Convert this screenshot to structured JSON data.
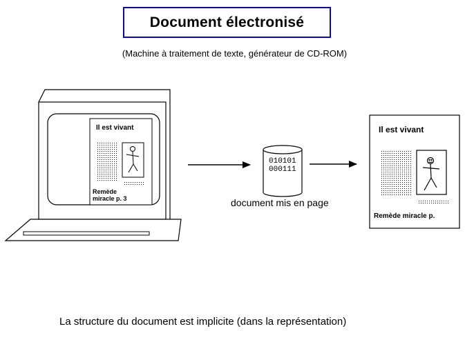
{
  "header": {
    "title": "Document électronisé",
    "subtitle": "(Machine à traitement de texte, générateur de CD-ROM)"
  },
  "screen_page": {
    "headline": "Il est vivant",
    "caption_line1": "Remède",
    "caption_line2": "miracle p. 3"
  },
  "database": {
    "bits_line1": "010101",
    "bits_line2": "000111",
    "label": "document mis en page"
  },
  "printed_page": {
    "headline": "Il est vivant",
    "caption": "Remède miracle p."
  },
  "footer": {
    "text": "La structure du document est implicite (dans la représentation)"
  }
}
